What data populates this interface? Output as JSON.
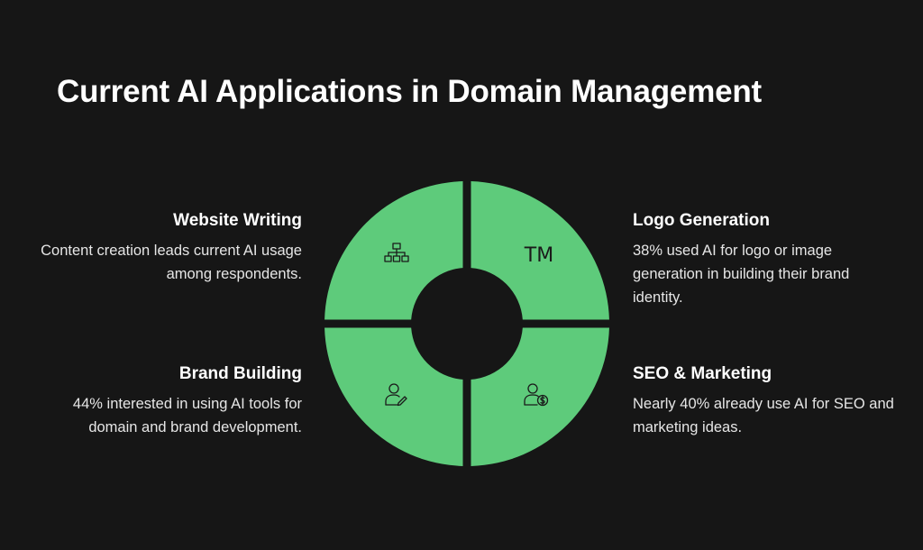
{
  "title": "Current AI Applications in Domain Management",
  "colors": {
    "background": "#161616",
    "segment": "#5ecb7b",
    "text": "#ffffff"
  },
  "segments": [
    {
      "id": "website-writing",
      "heading": "Website Writing",
      "description": "Content creation leads current AI usage among respondents.",
      "icon": "sitemap-icon"
    },
    {
      "id": "logo-generation",
      "heading": "Logo Generation",
      "description": "38% used AI for logo or image generation in building their brand identity.",
      "icon": "trademark-icon",
      "icon_text": "TM"
    },
    {
      "id": "brand-building",
      "heading": "Brand Building",
      "description": "44% interested in using AI tools for domain and brand development.",
      "icon": "person-edit-icon"
    },
    {
      "id": "seo-marketing",
      "heading": "SEO & Marketing",
      "description": "Nearly 40% already use AI for SEO and marketing ideas.",
      "icon": "person-dollar-icon"
    }
  ]
}
